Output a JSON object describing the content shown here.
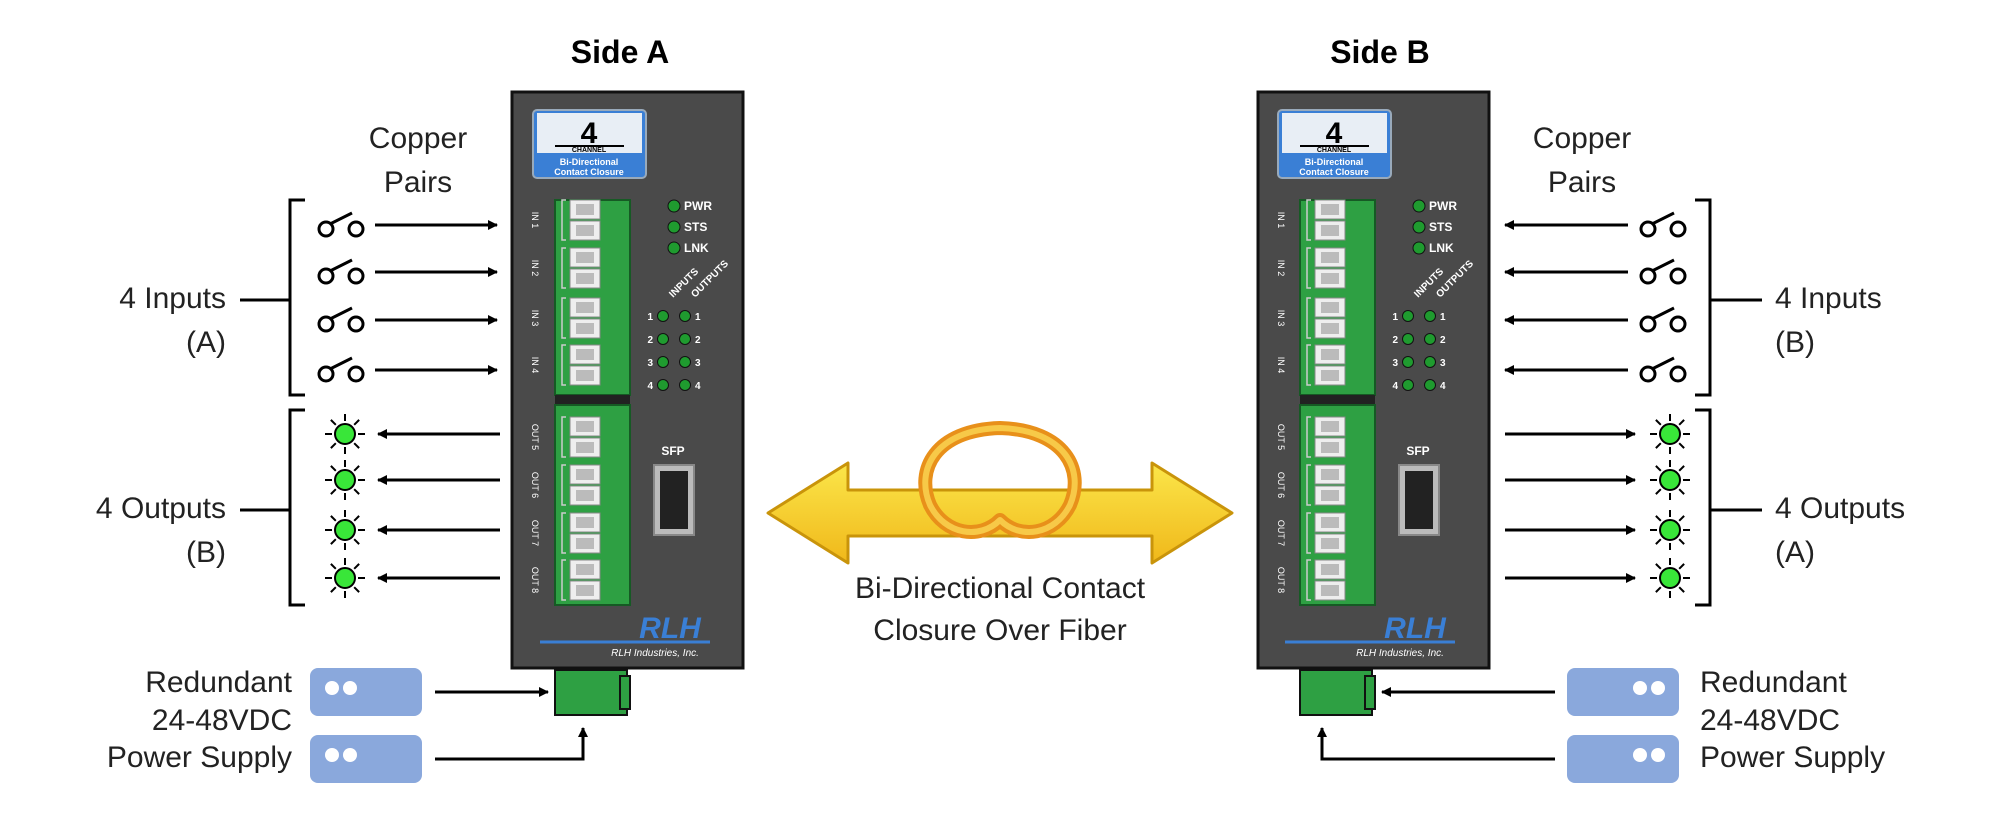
{
  "side_a": {
    "title": "Side A",
    "copper_label": [
      "Copper",
      "Pairs"
    ],
    "inputs_label": [
      "4 Inputs",
      "(A)"
    ],
    "outputs_label": [
      "4 Outputs",
      "(B)"
    ],
    "power_label": [
      "Redundant",
      "24-48VDC",
      "Power Supply"
    ]
  },
  "side_b": {
    "title": "Side B",
    "copper_label": [
      "Copper",
      "Pairs"
    ],
    "inputs_label": [
      "4 Inputs",
      "(B)"
    ],
    "outputs_label": [
      "4 Outputs",
      "(A)"
    ],
    "power_label": [
      "Redundant",
      "24-48VDC",
      "Power Supply"
    ]
  },
  "device": {
    "badge_number": "4",
    "badge_channel": "CHANNEL",
    "badge_sub": [
      "Bi-Directional",
      "Contact Closure"
    ],
    "leds": [
      "PWR",
      "STS",
      "LNK"
    ],
    "io_inputs_label": "INPUTS",
    "io_outputs_label": "OUTPUTS",
    "io_numbers": [
      "1",
      "2",
      "3",
      "4"
    ],
    "terminals": [
      "IN 1",
      "IN 2",
      "IN 3",
      "IN 4",
      "OUT 5",
      "OUT 6",
      "OUT 7",
      "OUT 8"
    ],
    "sfp_label": "SFP",
    "logo": "RLH",
    "company": "RLH Industries, Inc."
  },
  "fiber_label": [
    "Bi-Directional Contact",
    "Closure Over Fiber"
  ],
  "colors": {
    "panel": "#4a4a4a",
    "terminal_green": "#2ea043",
    "led_green": "#39e639",
    "badge_blue": "#3a7fd5",
    "psu_blue": "#8aa8dc",
    "fiber_orange": "#f5a623",
    "arrow_yellow": "#f7d21e"
  }
}
